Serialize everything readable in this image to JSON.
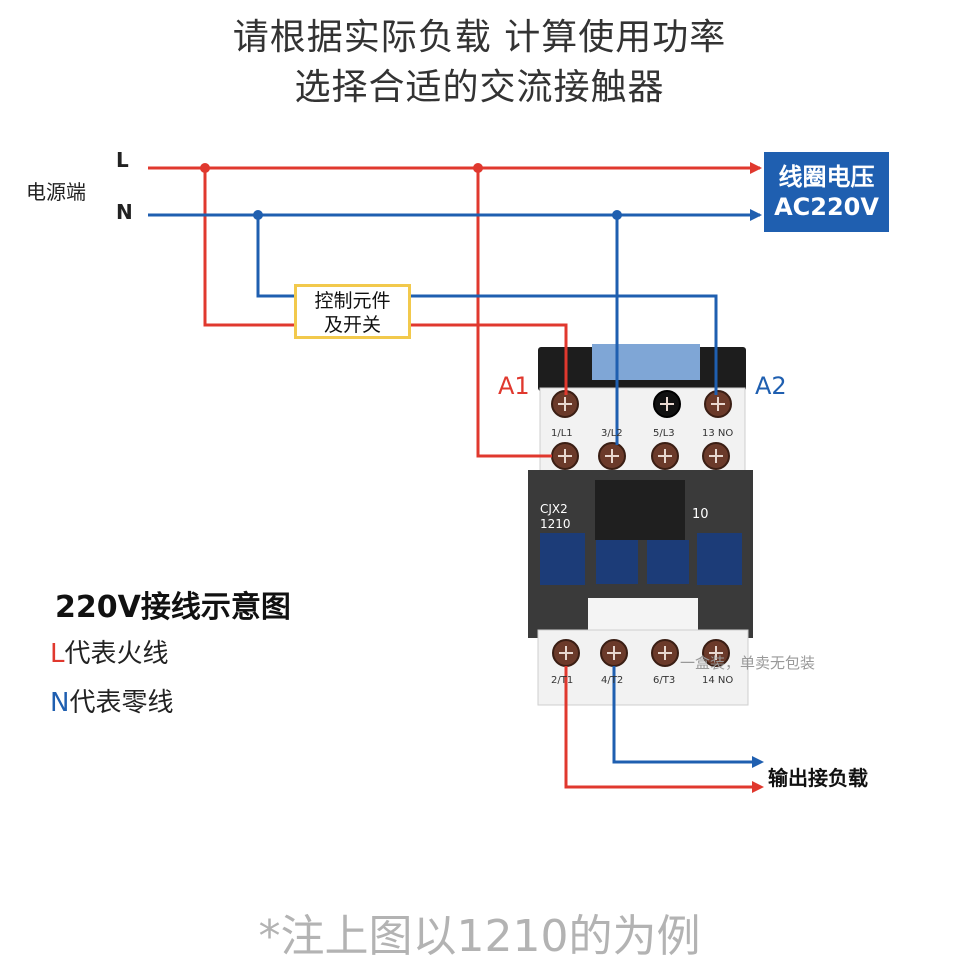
{
  "title": {
    "line1": "请根据实际负载 计算使用功率",
    "line2": "选择合适的交流接触器"
  },
  "power": {
    "source_label": "电源端",
    "l_label": "L",
    "n_label": "N"
  },
  "control": {
    "line1": "控制元件",
    "line2": "及开关"
  },
  "coil": {
    "title": "线圈电压",
    "value": "AC220V"
  },
  "terminals": {
    "a1": "A1",
    "a2": "A2",
    "top": [
      "1/L1",
      "3/L2",
      "5/L3",
      "13 NO"
    ],
    "bottom": [
      "2/T1",
      "4/T2",
      "6/T3",
      "14 NO"
    ]
  },
  "device": {
    "model_line1": "CJX2",
    "model_line2": "1210",
    "contact_type": "10"
  },
  "watermark": "一盒装，单卖无包装",
  "output_label": "输出接负载",
  "legend": {
    "title": "220V接线示意图",
    "l_letter": "L",
    "l_text": "代表火线",
    "n_letter": "N",
    "n_text": "代表零线"
  },
  "footnote": "*注上图以1210的为例",
  "colors": {
    "live_wire": "#e0382e",
    "neutral_wire": "#1f5fb0",
    "coil_badge": "#1f5fb0",
    "control_box_border": "#f2c94c"
  }
}
